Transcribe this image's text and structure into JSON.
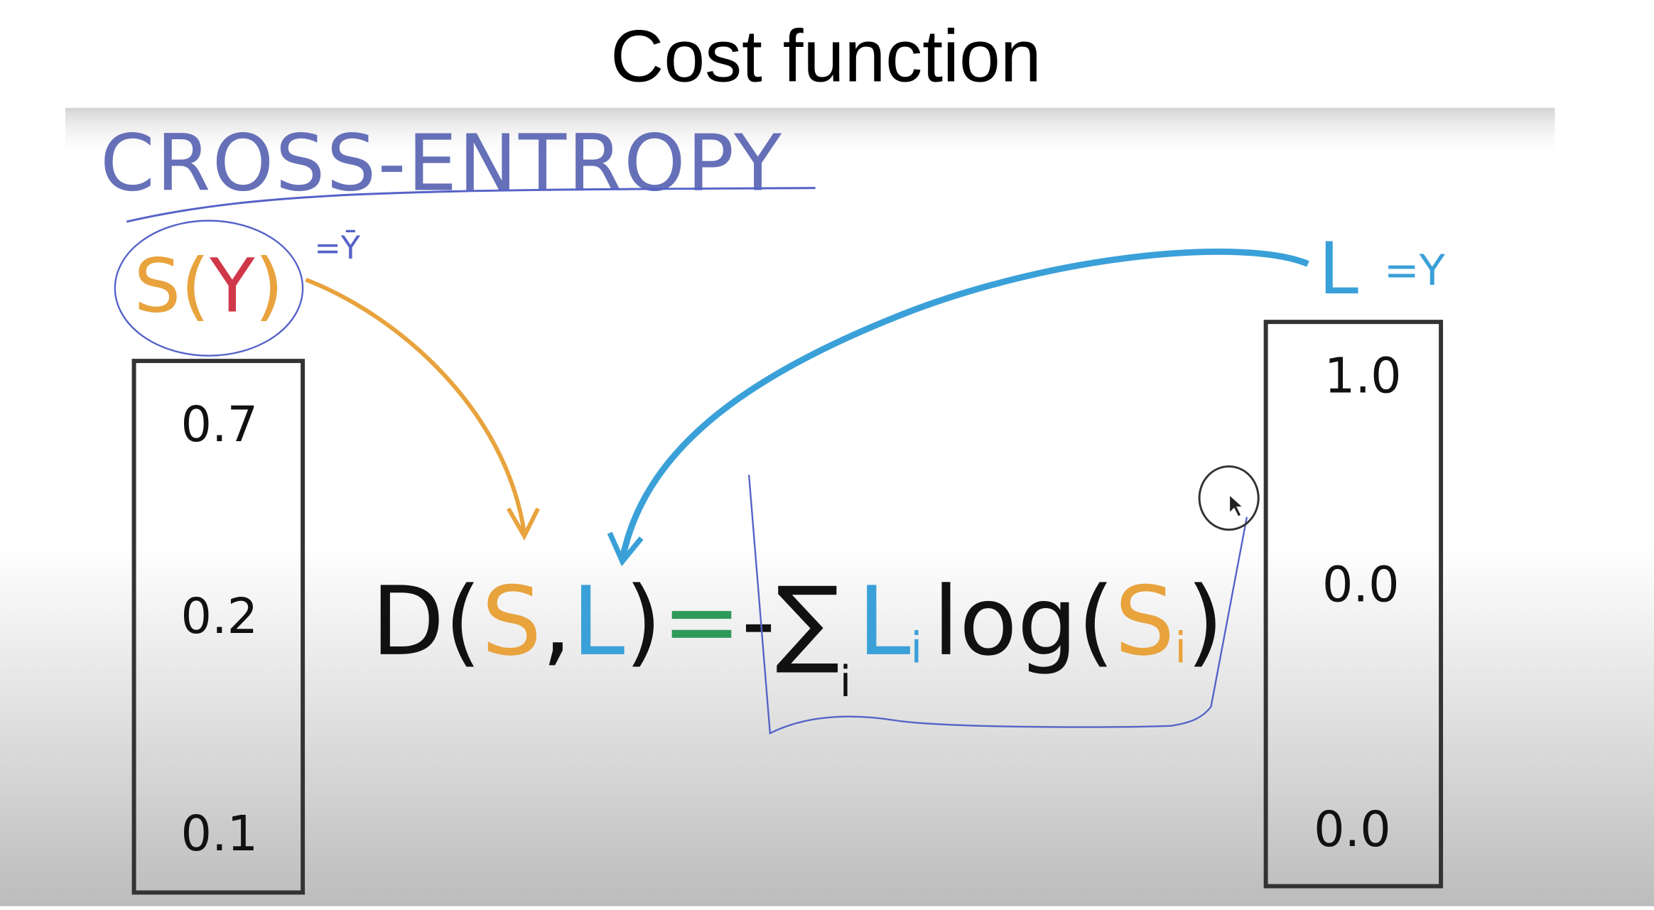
{
  "slide": {
    "title": "Cost function",
    "heading": "CROSS-ENTROPY",
    "softmax_label": {
      "s": "S",
      "open": "(",
      "y": "Y",
      "close": ")",
      "eq": "=Ȳ"
    },
    "label_eq": {
      "l": "L",
      "eq": "=Y"
    },
    "softmax_vector": [
      "0.7",
      "0.2",
      "0.1"
    ],
    "label_vector": [
      "1.0",
      "0.0",
      "0.0"
    ],
    "formula": {
      "d": "D(",
      "s": "S",
      "comma": ",",
      "l": "L",
      "close": ")",
      "equals": "=",
      "minus": "-",
      "sigma": "∑",
      "index": "i",
      "li": "L",
      "li_sub": "i",
      "log": "log(",
      "si": "S",
      "si_sub": "i",
      "end": ")"
    }
  },
  "colors": {
    "heading": "#6670b8",
    "orange": "#e8a33d",
    "red": "#d0384a",
    "blue": "#3aa0d8",
    "green": "#2e9a5a",
    "ink": "#111111",
    "outline": "#5563c8"
  },
  "cursor": {
    "icon": "cursor-circle-icon"
  }
}
